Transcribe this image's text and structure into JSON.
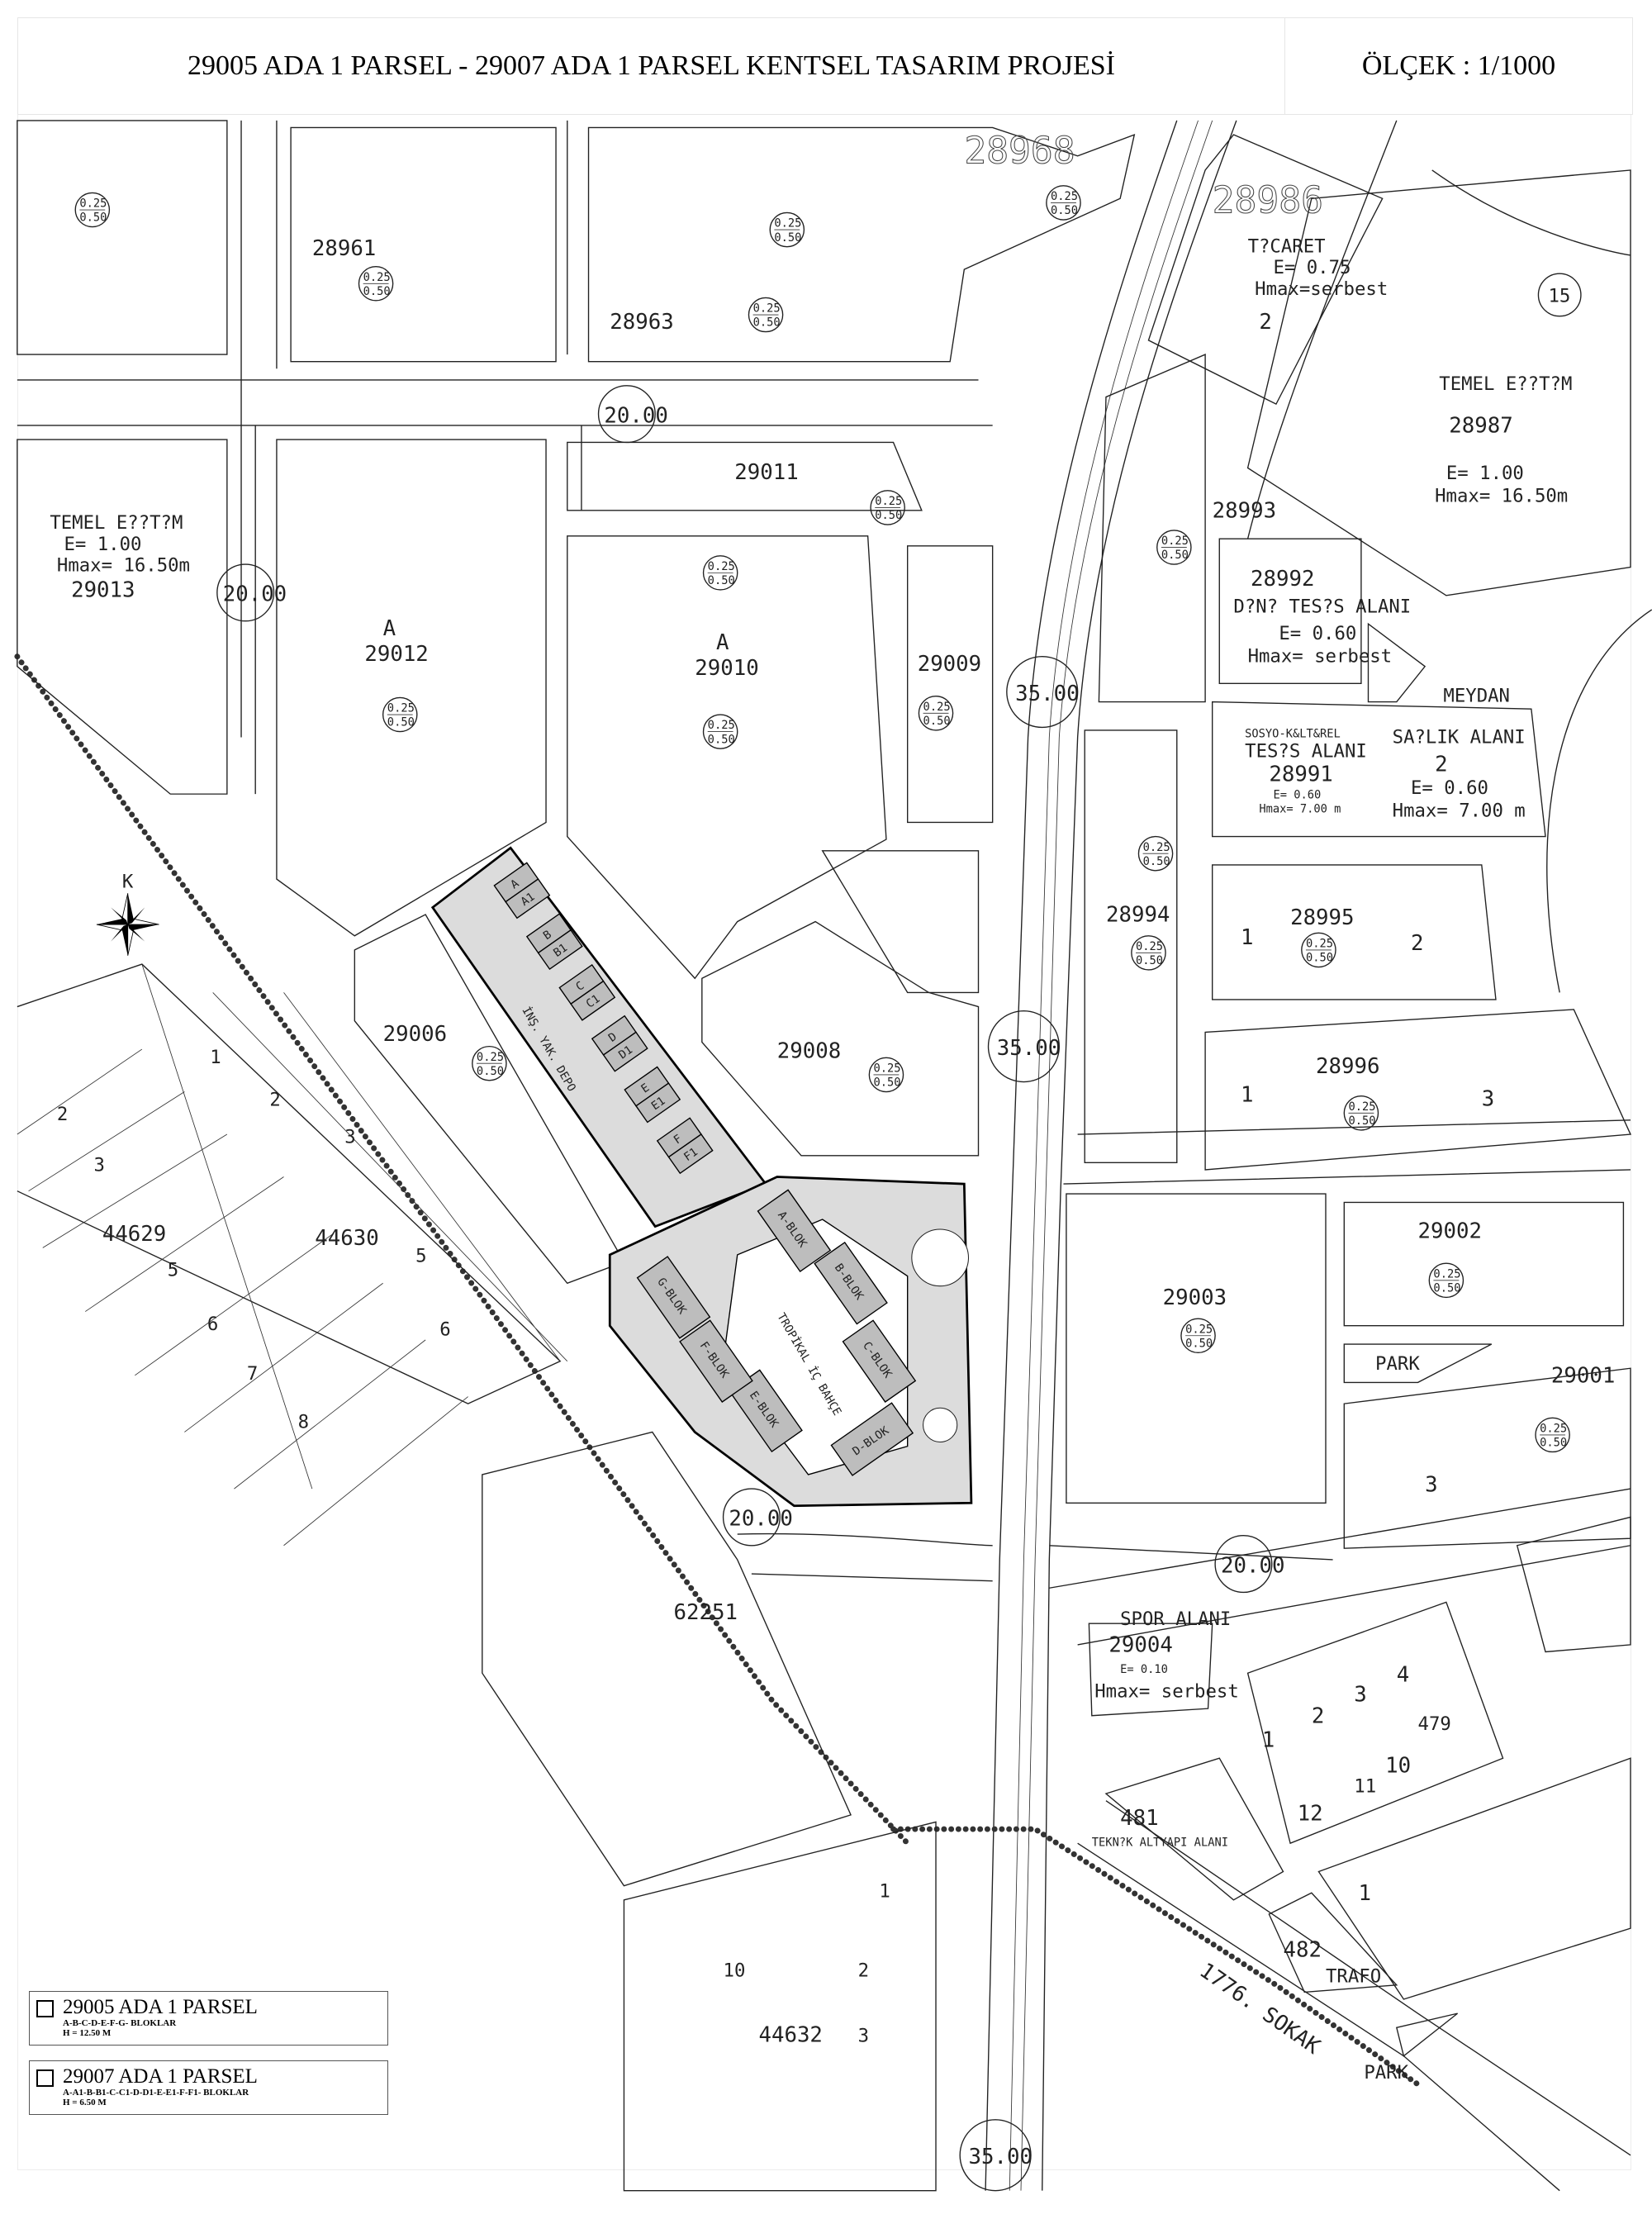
{
  "header": {
    "title": "29005 ADA 1 PARSEL  - 29007 ADA 1 PARSEL KENTSEL TASARIM PROJESİ",
    "scale": "ÖLÇEK : 1/1000"
  },
  "legend": [
    {
      "title": "29005 ADA 1 PARSEL",
      "blocks": "A-B-C-D-E-F-G- BLOKLAR",
      "height": "H = 12.50 M"
    },
    {
      "title": "29007 ADA 1 PARSEL",
      "blocks": "A-A1-B-B1-C-C1-D-D1-E-E1-F-F1- BLOKLAR",
      "height": "H = 6.50 M"
    }
  ],
  "compass": {
    "north": "K"
  },
  "roads": {
    "r20a": "20.00",
    "r20b": "20.00",
    "r20c": "20.00",
    "r20d": "20.00",
    "r35a": "35.00",
    "r35b": "35.00",
    "r35c": "35.00",
    "r15": "15",
    "street": "1776. SOKAK"
  },
  "parcels": {
    "p28961": "28961",
    "p28963": "28963",
    "p28968": "28968",
    "p28986": "28986",
    "p28986_use": "T?CARET",
    "p28986_e": "E= 0.75",
    "p28986_h": "Hmax=serbest",
    "p28987_use": "TEMEL E??T?M",
    "p28987": "28987",
    "p28987_e": "E= 1.00",
    "p28987_h": "Hmax= 16.50m",
    "p29013_use": "TEMEL E??T?M",
    "p29013_e": "E= 1.00",
    "p29013_h": "Hmax= 16.50m",
    "p29013": "29013",
    "p29012": "29012",
    "p29012_a": "A",
    "p29011": "29011",
    "p29010": "29010",
    "p29010_a": "A",
    "p29009": "29009",
    "p28993": "28993",
    "p28992": "28992",
    "p28992_use": "D?N? TES?S ALANI",
    "p28992_e": "E= 0.60",
    "p28992_h": "Hmax= serbest",
    "meydan": "MEYDAN",
    "p28991_use1": "SOSYO-K&LT&REL",
    "p28991_use2": "TES?S ALANI",
    "p28991": "28991",
    "p28991_e": "E= 0.60",
    "p28991_h": "Hmax= 7.00 m",
    "saglik": "SA?LIK ALANI",
    "saglik_e": "E= 0.60",
    "saglik_h": "Hmax= 7.00 m",
    "p28994": "28994",
    "p28995": "28995",
    "p28996": "28996",
    "p29008": "29008",
    "p29006": "29006",
    "p29003": "29003",
    "p29002": "29002",
    "p29001": "29001",
    "park1": "PARK",
    "spor": "SPOR ALANI",
    "p29004": "29004",
    "p29004_e": "E= 0.10",
    "p29004_h": "Hmax= serbest",
    "p44629": "44629",
    "p44630": "44630",
    "p62251": "62251",
    "p44632": "44632",
    "p479": "479",
    "p481": "481",
    "teknik": "TEKN?K ALTYAPI ALANI",
    "p482": "482",
    "trafo": "TRAFO",
    "park2": "PARK",
    "one": "1",
    "two": "2",
    "three": "3",
    "four": "4",
    "five": "5",
    "six": "6",
    "seven": "7",
    "eight": "8",
    "ten": "10",
    "eleven": "11",
    "twelve": "12"
  },
  "density": {
    "top": "0.25",
    "bottom": "0.50"
  },
  "project": {
    "blocks_29005": [
      "A",
      "A1",
      "B",
      "B1",
      "C",
      "C1",
      "D",
      "D1",
      "E",
      "E1",
      "F",
      "F1"
    ],
    "blocks_29007": [
      "A-BLOK",
      "B-BLOK",
      "C-BLOK",
      "D-BLOK",
      "E-BLOK",
      "F-BLOK",
      "G-BLOK"
    ],
    "garden": "TROPİKAL İÇ BAHÇE",
    "parking": "İNŞ. YAK. DEPO"
  }
}
